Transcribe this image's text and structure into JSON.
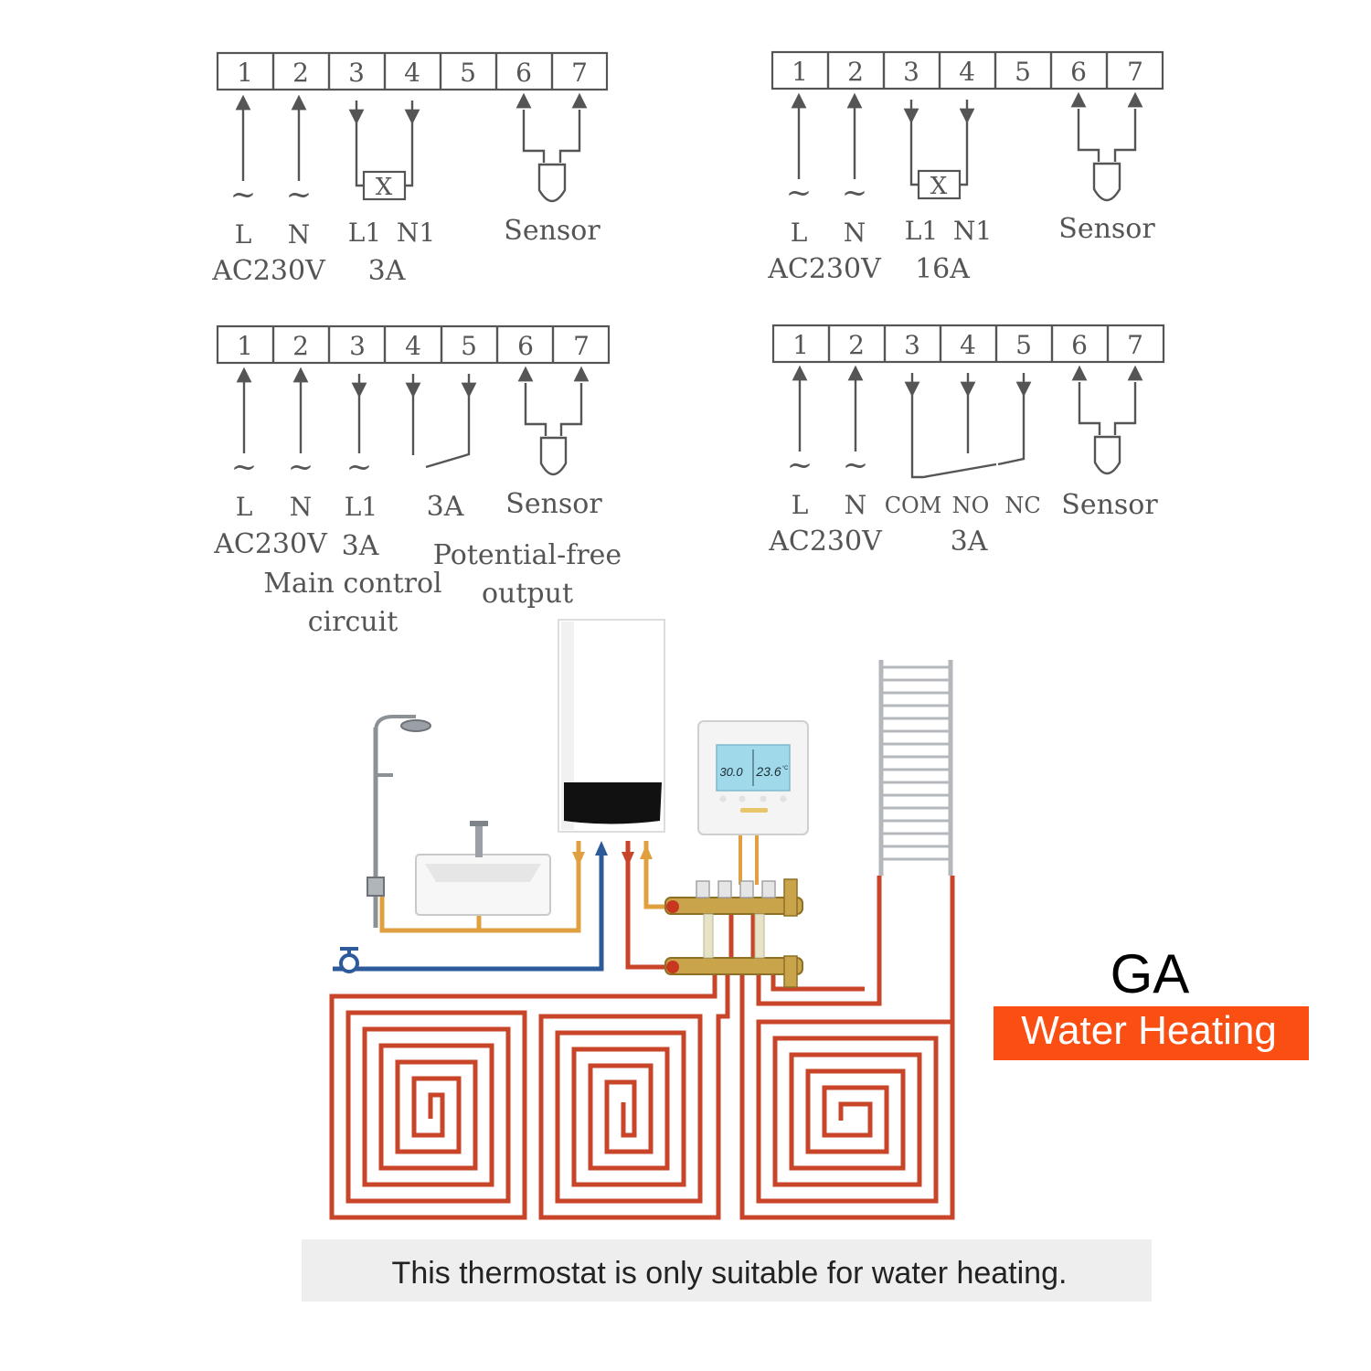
{
  "diagrams": [
    {
      "id": "wiring-top-left",
      "terminals": [
        "1",
        "2",
        "3",
        "4",
        "5",
        "6",
        "7"
      ],
      "labels": {
        "l": "L",
        "n": "N",
        "l1": "L1",
        "n1": "N1",
        "sensor": "Sensor",
        "voltage": "AC230V",
        "current": "3A"
      },
      "load_symbol": "X"
    },
    {
      "id": "wiring-top-right",
      "terminals": [
        "1",
        "2",
        "3",
        "4",
        "5",
        "6",
        "7"
      ],
      "labels": {
        "l": "L",
        "n": "N",
        "l1": "L1",
        "n1": "N1",
        "sensor": "Sensor",
        "voltage": "AC230V",
        "current": "16A"
      },
      "load_symbol": "X"
    },
    {
      "id": "wiring-bottom-left",
      "terminals": [
        "1",
        "2",
        "3",
        "4",
        "5",
        "6",
        "7"
      ],
      "labels": {
        "l": "L",
        "n": "N",
        "l1": "L1",
        "current_free": "3A",
        "sensor": "Sensor",
        "voltage": "AC230V",
        "current_main": "3A",
        "main_control_1": "Main control",
        "main_control_2": "circuit",
        "potential_1": "Potential-free",
        "potential_2": "output"
      }
    },
    {
      "id": "wiring-bottom-right",
      "terminals": [
        "1",
        "2",
        "3",
        "4",
        "5",
        "6",
        "7"
      ],
      "labels": {
        "l": "L",
        "n": "N",
        "com": "COM",
        "no": "NO",
        "nc": "NC",
        "sensor": "Sensor",
        "voltage": "AC230V",
        "current": "3A"
      }
    }
  ],
  "ac_symbol": "~",
  "thermostat": {
    "left_value": "30.0",
    "right_value": "23.6",
    "unit": "°C"
  },
  "product": {
    "code": "GA",
    "type": "Water Heating"
  },
  "footer": {
    "note": "This thermostat is only suitable for water heating."
  },
  "colors": {
    "line": "#555555",
    "hot_pipe": "#c8452a",
    "warm_pipe": "#e0a040",
    "cold_pipe": "#2d5a9a",
    "badge_bg": "#fb4e12",
    "footer_bg": "#eeeeee"
  }
}
